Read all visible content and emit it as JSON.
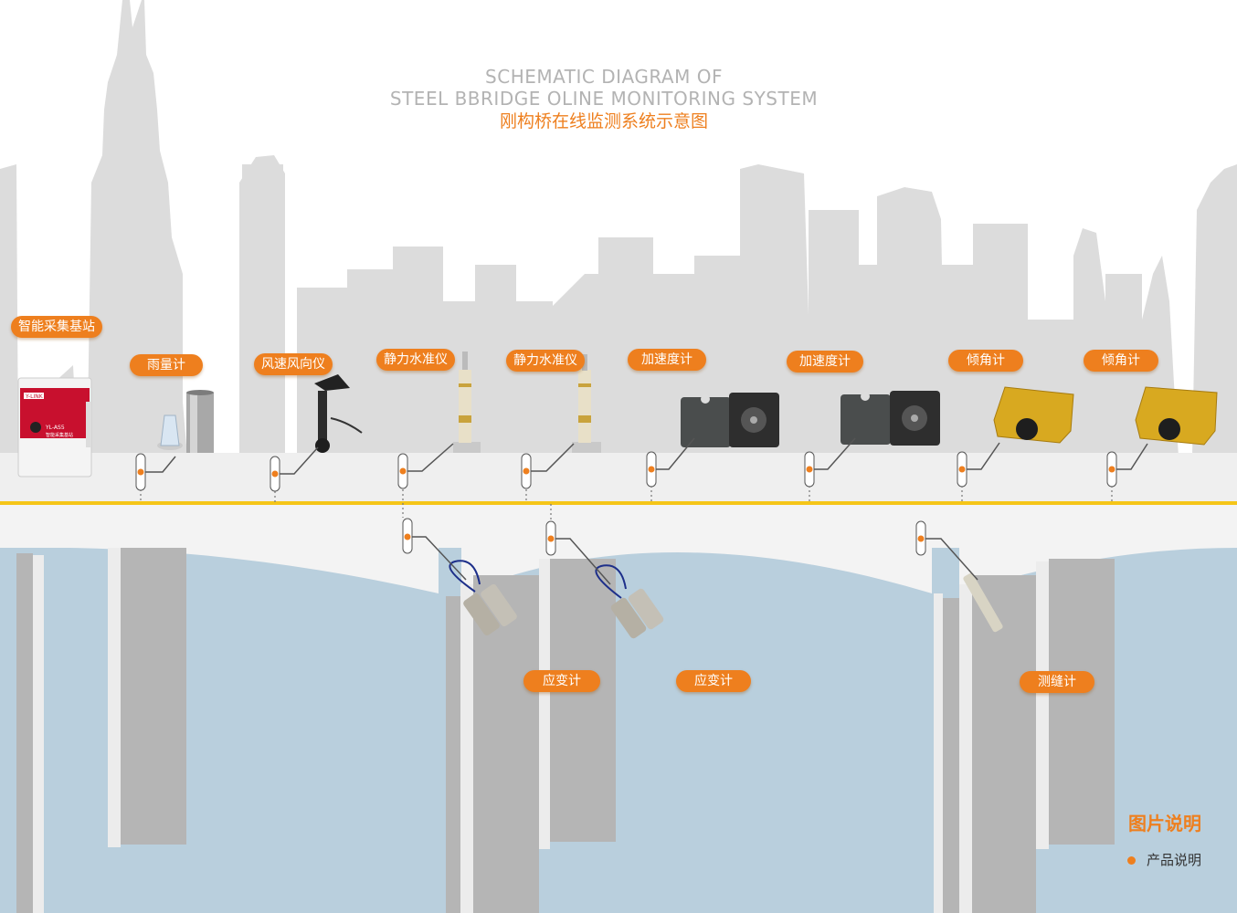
{
  "title": {
    "en_line1": "SCHEMATIC DIAGRAM OF",
    "en_line2": "STEEL BBRIDGE OLINE MONITORING SYSTEM",
    "cn": "刚构桥在线监测系统示意图"
  },
  "labels": {
    "base_station": "智能采集基站",
    "rain_gauge": "雨量计",
    "anemometer": "风速风向仪",
    "level_1": "静力水准仪",
    "level_2": "静力水准仪",
    "accel_1": "加速度计",
    "accel_2": "加速度计",
    "tilt_1": "倾角计",
    "tilt_2": "倾角计",
    "strain_1": "应变计",
    "strain_2": "应变计",
    "crack_meter": "测缝计"
  },
  "product_text": {
    "station_brand": "Y-LINK",
    "station_model": "YL-AS5",
    "station_name": "智能采集基站"
  },
  "legend": {
    "title": "图片说明",
    "item": "产品说明"
  },
  "colors": {
    "accent": "#ee7f1e",
    "skyline": "#dcdcdc",
    "water": "#b9cfdd",
    "deck": "#efefef",
    "pier": "#b5b5b5",
    "yellow_line": "#f5c518"
  }
}
